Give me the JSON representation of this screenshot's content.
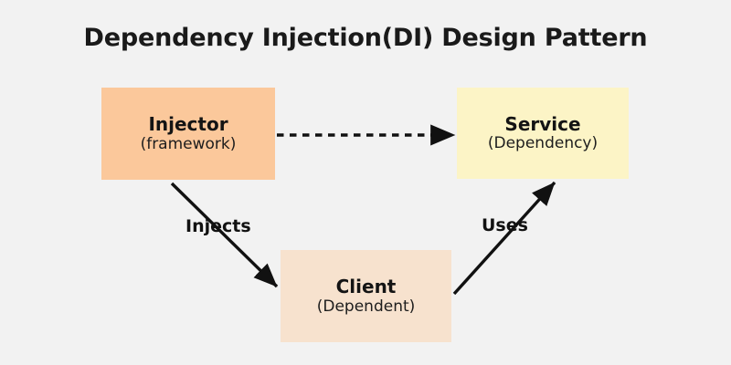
{
  "title": "Dependency Injection(DI) Design Pattern",
  "colors": {
    "background": "#f2f2f2",
    "injector_fill": "#fbc89b",
    "service_fill": "#fcf4c6",
    "client_fill": "#f7e2ce",
    "arrow": "#111111",
    "text": "#141414"
  },
  "nodes": [
    {
      "id": "injector",
      "title": "Injector",
      "subtitle": "(framework)"
    },
    {
      "id": "service",
      "title": "Service",
      "subtitle": "(Dependency)"
    },
    {
      "id": "client",
      "title": "Client",
      "subtitle": "(Dependent)"
    }
  ],
  "edges": [
    {
      "id": "injector-to-service",
      "label": "",
      "style": "dashed",
      "from": "injector",
      "to": "service"
    },
    {
      "id": "injector-to-client",
      "label": "Injects",
      "style": "solid",
      "from": "injector",
      "to": "client"
    },
    {
      "id": "client-to-service",
      "label": "Uses",
      "style": "solid",
      "from": "client",
      "to": "service"
    }
  ]
}
